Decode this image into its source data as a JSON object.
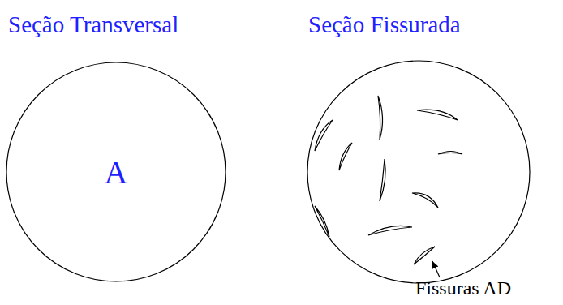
{
  "diagram": {
    "nodes": [
      {
        "text": [
          "Seção Transversal",
          "A"
        ]
      },
      {
        "text": [
          "Seção Fissurada"
        ]
      }
    ],
    "labels": [
      "Fissuras AD"
    ]
  }
}
